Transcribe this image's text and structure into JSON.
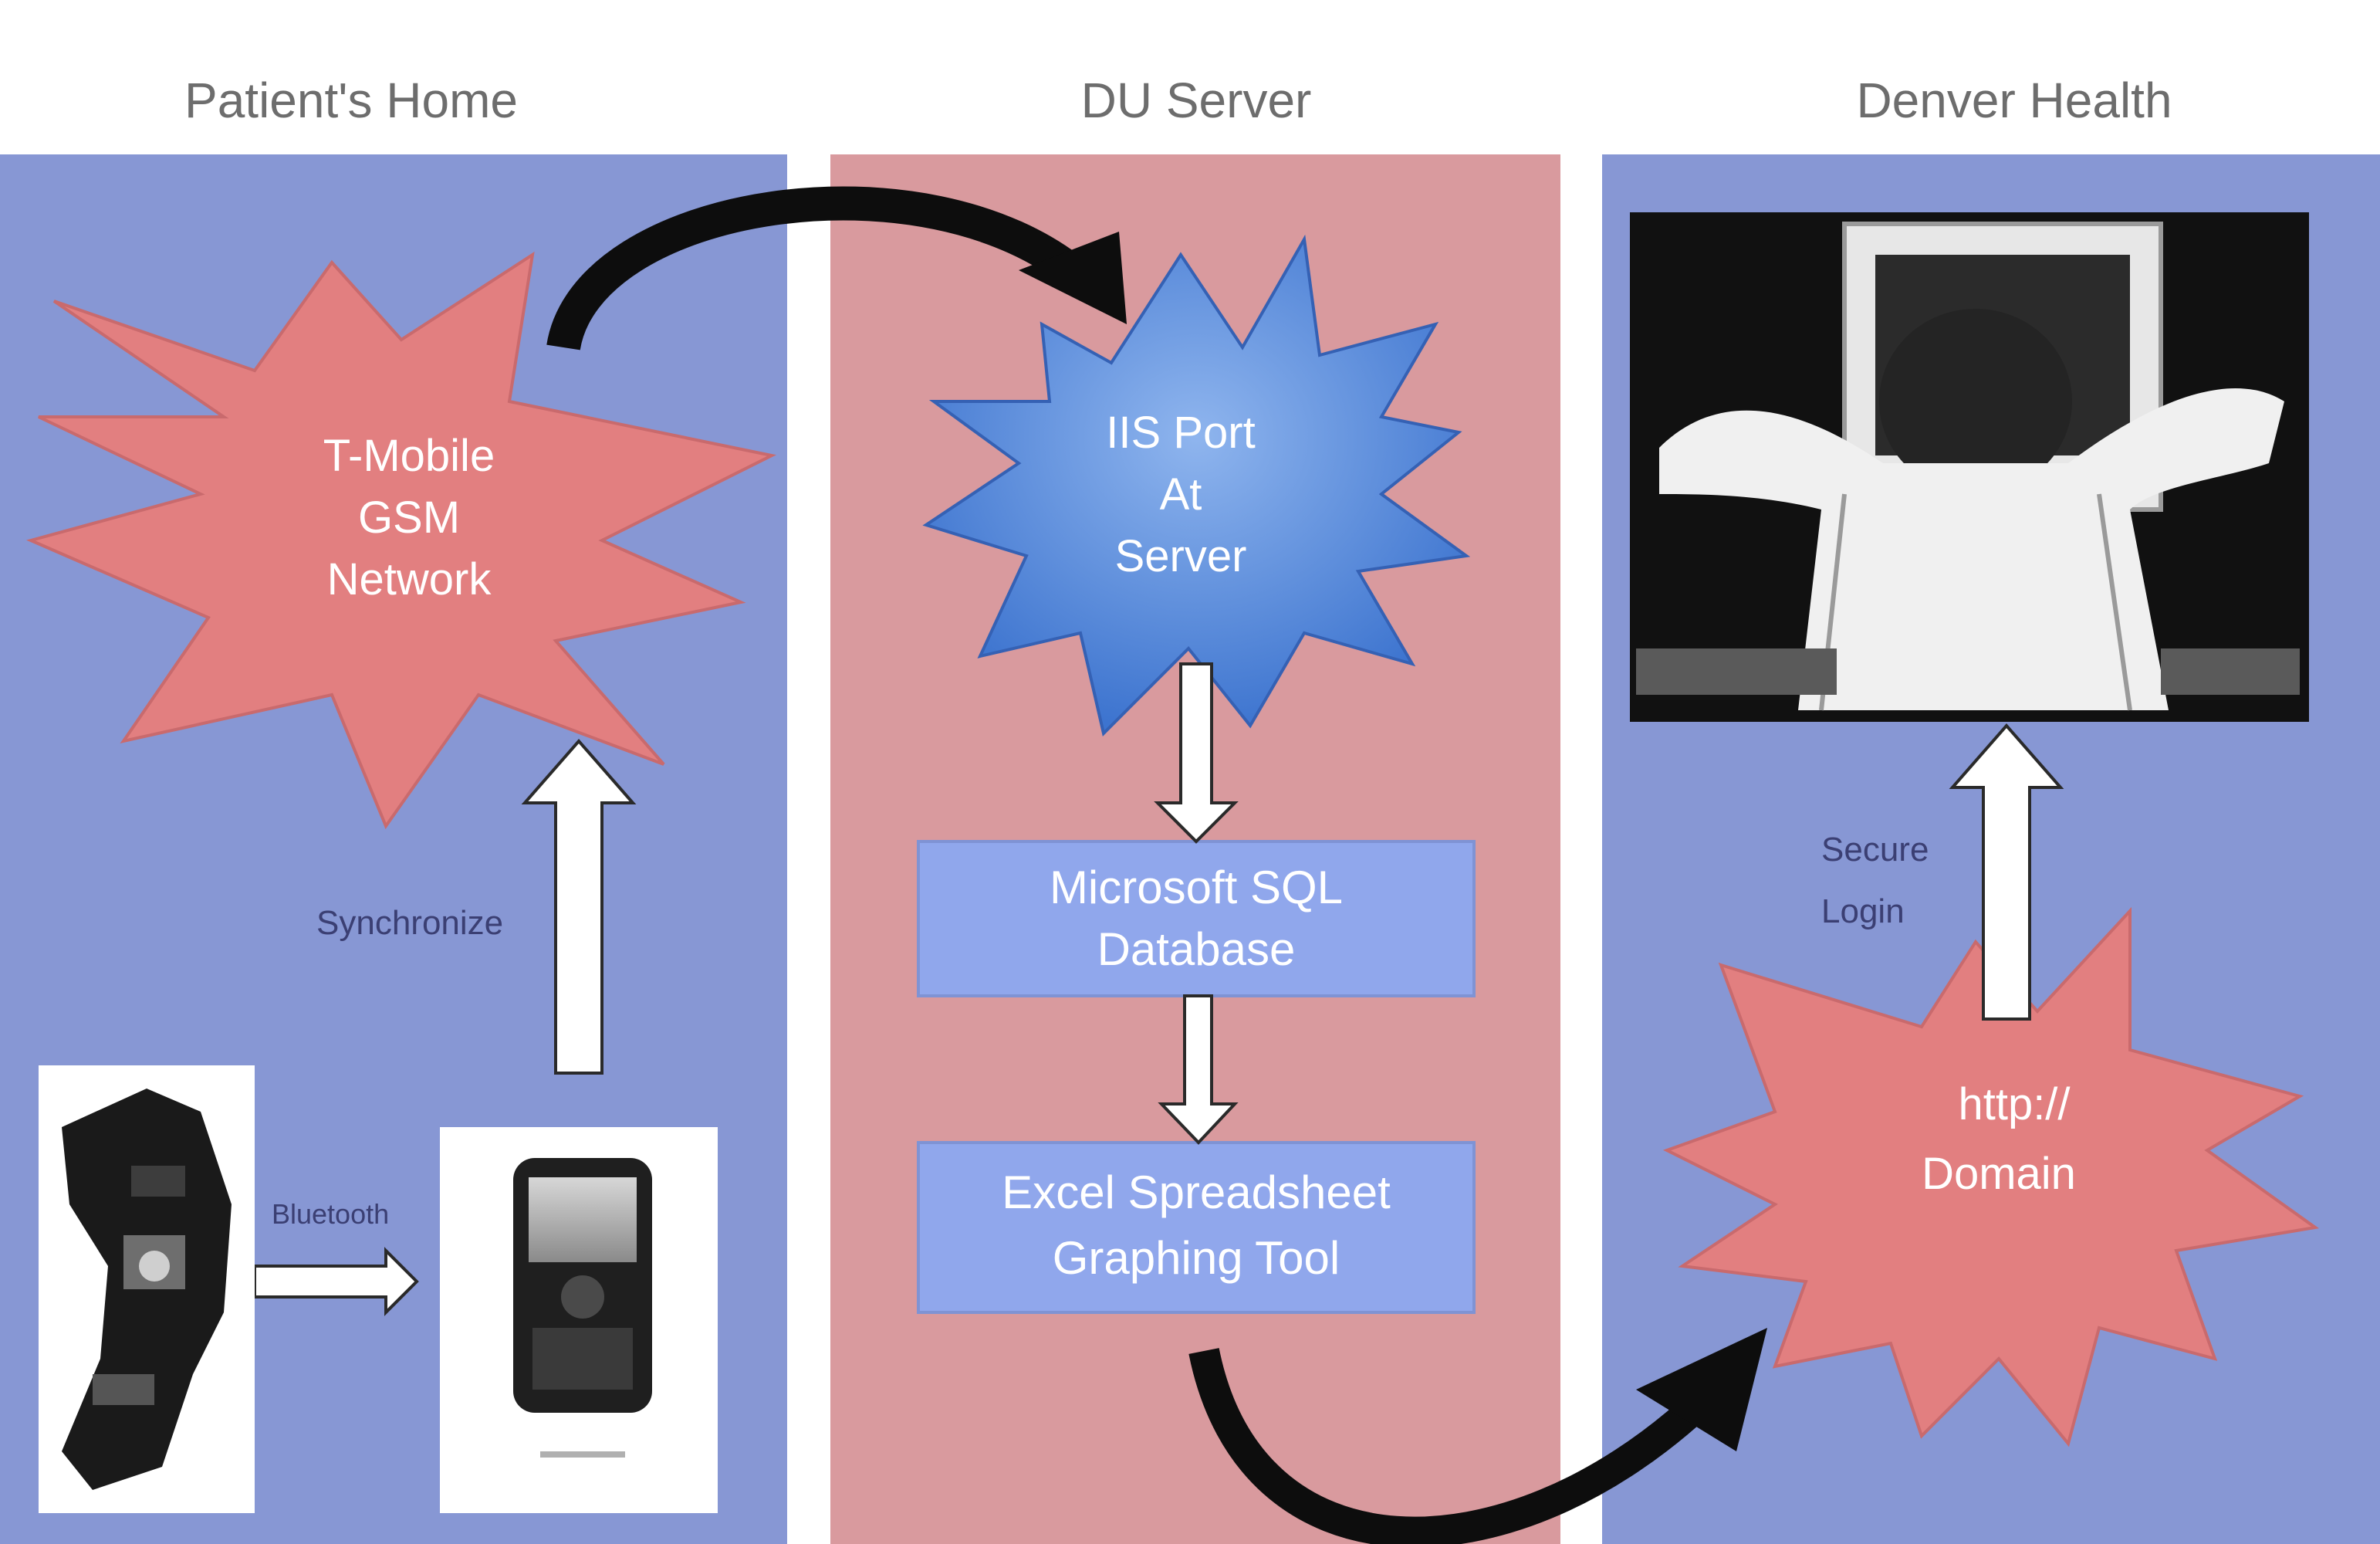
{
  "columns": {
    "home": {
      "title": "Patient's Home"
    },
    "server": {
      "title": "DU Server"
    },
    "health": {
      "title": "Denver Health"
    }
  },
  "nodes": {
    "tmobile": {
      "lines": [
        "T-Mobile",
        "GSM",
        "Network"
      ]
    },
    "iis": {
      "lines": [
        "IIS Port",
        "At",
        "Server"
      ]
    },
    "sql_box": {
      "lines": [
        "Microsoft SQL",
        "Database"
      ]
    },
    "excel_box": {
      "lines": [
        "Excel Spreadsheet",
        "Graphing Tool"
      ]
    },
    "domain": {
      "lines": [
        "http://",
        "Domain"
      ]
    }
  },
  "labels": {
    "synchronize": "Synchronize",
    "bluetooth": "Bluetooth",
    "secure_login": [
      "Secure",
      "Login"
    ]
  },
  "colors": {
    "blue_panel": "#8797d4",
    "pink_panel": "#d99a9e",
    "burst_red": "#e27f80",
    "burst_blue": "#4f86d8",
    "box_blue": "#90a7ec"
  },
  "icons": [
    "knee-brace-image",
    "smartphone-image",
    "person-at-computer-image"
  ]
}
